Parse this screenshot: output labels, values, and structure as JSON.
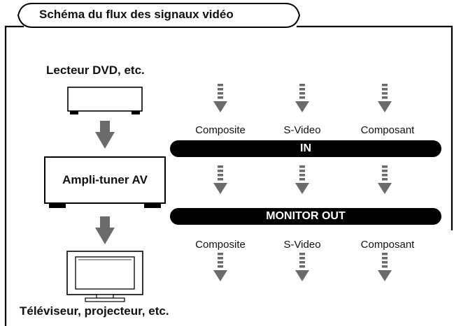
{
  "title": "Schéma du flux des signaux vidéo",
  "source_device": {
    "label": "Lecteur DVD, etc."
  },
  "amplifier": {
    "label": "Ampli-tuner AV"
  },
  "display_device": {
    "label": "Téléviseur, projecteur, etc."
  },
  "input_bar": {
    "label": "IN"
  },
  "output_bar": {
    "label": "MONITOR OUT"
  },
  "input_formats": [
    "Composite",
    "S-Video",
    "Composant"
  ],
  "output_formats": [
    "Composite",
    "S-Video",
    "Composant"
  ],
  "colors": {
    "arrow": "#6b6b6b",
    "bar": "#000000",
    "line": "#000000"
  }
}
